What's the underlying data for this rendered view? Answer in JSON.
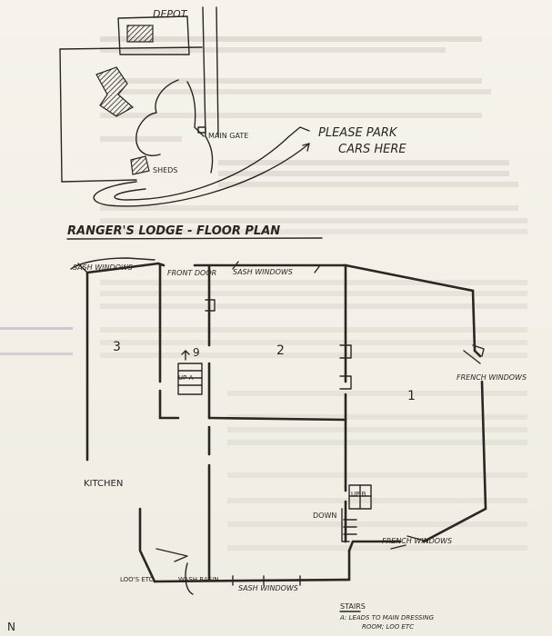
{
  "site_plan": {
    "depot": "DEPOT",
    "main_gate": "MAIN GATE",
    "sheds": "SHEDS",
    "park_note_1": "PLEASE PARK",
    "park_note_2": "CARS HERE"
  },
  "floor_plan": {
    "title": "RANGER'S LODGE - FLOOR PLAN",
    "sash_windows_top_left": "SASH WINDOWS",
    "front_door": "FRONT DOOR",
    "sash_windows_top_right": "SASH WINDOWS",
    "room_3": "3",
    "room_9": "9",
    "room_2": "2",
    "room_1": "1",
    "french_windows_right": "FRENCH WINDOWS",
    "french_windows_bottom": "FRENCH WINDOWS",
    "kitchen": "KITCHEN",
    "up_a": "UP A",
    "up_b": "UP B",
    "down": "DOWN",
    "loos": "LOO'S ETC",
    "wash_basin": "WASH BASIN",
    "sash_windows_bottom": "SASH WINDOWS",
    "corner_mark": "N"
  },
  "stairs_note": {
    "heading": "STAIRS",
    "line1": "A: LEADS TO MAIN DRESSING",
    "line2": "ROOM; LOO ETC"
  }
}
